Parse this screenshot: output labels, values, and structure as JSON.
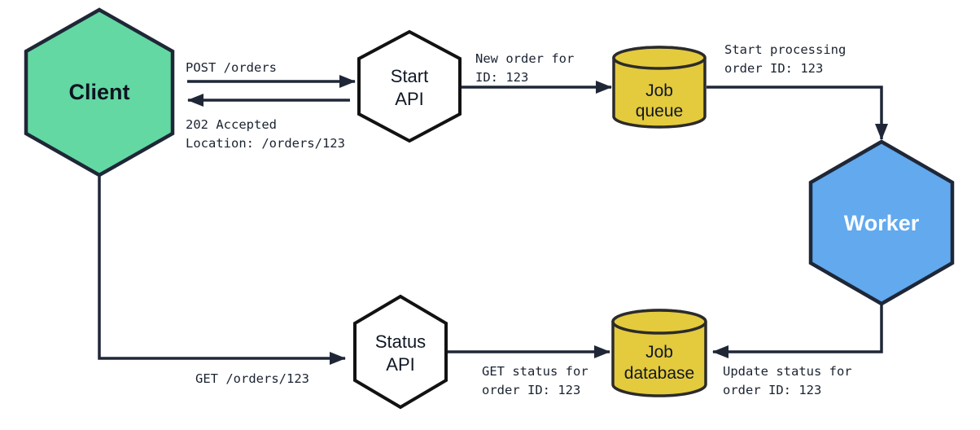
{
  "diagram": {
    "description": "Asynchronous order-processing flow diagram",
    "colors": {
      "node_green": "#63d8a2",
      "node_yellow": "#e4ca3d",
      "node_blue": "#62a9ee",
      "node_white": "#ffffff",
      "stroke_dark": "#1f2737",
      "label_dark": "#1a2330",
      "background": "#ffffff"
    },
    "nodes": {
      "client": {
        "shape": "hexagon",
        "label": "Client"
      },
      "start_api": {
        "shape": "hexagon",
        "line1": "Start",
        "line2": "API"
      },
      "job_queue": {
        "shape": "cylinder",
        "line1": "Job",
        "line2": "queue"
      },
      "worker": {
        "shape": "hexagon",
        "label": "Worker"
      },
      "status_api": {
        "shape": "hexagon",
        "line1": "Status",
        "line2": "API"
      },
      "job_database": {
        "shape": "cylinder",
        "line1": "Job",
        "line2": "database"
      }
    },
    "edges": {
      "post_orders": {
        "from": "client",
        "to": "start_api",
        "label": "POST /orders"
      },
      "accepted": {
        "from": "start_api",
        "to": "client",
        "line1": "202 Accepted",
        "line2": "Location: /orders/123"
      },
      "new_order": {
        "from": "start_api",
        "to": "job_queue",
        "line1": "New order for",
        "line2": "ID: 123"
      },
      "start_processing": {
        "from": "job_queue",
        "to": "worker",
        "line1": "Start processing",
        "line2": "order ID: 123"
      },
      "update_status": {
        "from": "worker",
        "to": "job_database",
        "line1": "Update status for",
        "line2": "order ID: 123"
      },
      "get_orders": {
        "from": "client",
        "to": "status_api",
        "label": "GET /orders/123"
      },
      "get_status": {
        "from": "status_api",
        "to": "job_database",
        "line1": "GET status for",
        "line2": "order ID: 123"
      }
    }
  }
}
